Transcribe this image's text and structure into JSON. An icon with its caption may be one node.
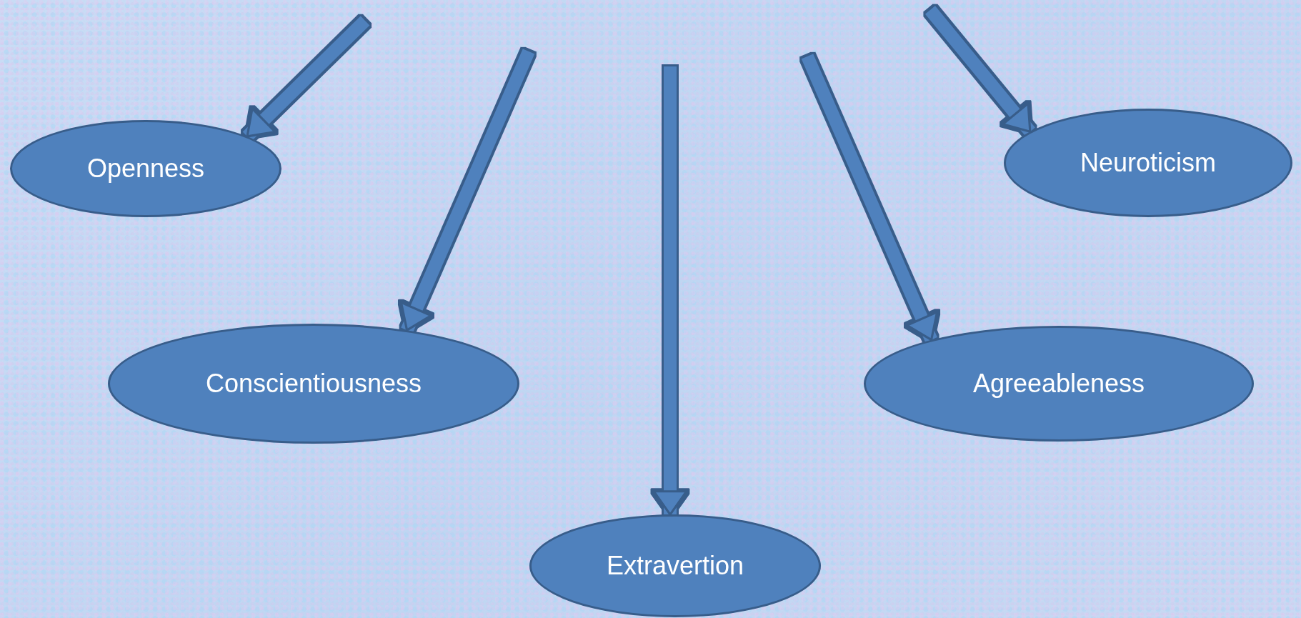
{
  "diagram": {
    "nodes": [
      {
        "text": [
          "Openness"
        ]
      },
      {
        "text": [
          "Conscientiousness"
        ]
      },
      {
        "text": [
          "Extravertion"
        ]
      },
      {
        "text": [
          "Agreeableness"
        ]
      },
      {
        "text": [
          "Neuroticism"
        ]
      }
    ],
    "edges": [
      {
        "from": null,
        "to": 0,
        "arrow": "to"
      },
      {
        "from": null,
        "to": 1,
        "arrow": "to"
      },
      {
        "from": null,
        "to": 2,
        "arrow": "to"
      },
      {
        "from": null,
        "to": 3,
        "arrow": "to"
      },
      {
        "from": null,
        "to": 4,
        "arrow": "to"
      }
    ]
  }
}
